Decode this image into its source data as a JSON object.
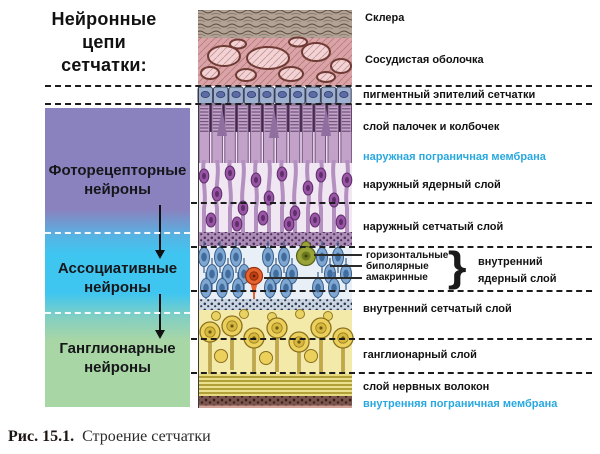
{
  "title": {
    "line1": "Нейронные",
    "line2": "цепи",
    "line3": "сетчатки:"
  },
  "left_panel": {
    "photoreceptor": "Фоторецепторные нейроны",
    "associative": "Ассоциативные нейроны",
    "ganglionic": "Ганглионарные нейроны"
  },
  "labels": {
    "sclera": "Склера",
    "choroid": "Сосудистая оболочка",
    "pigment_epithelium": "пигментный эпителий сетчатки",
    "rods_cones": "слой палочек и колбочек",
    "outer_limiting_membrane": "наружная пограничная мембрана",
    "outer_nuclear": "наружный ядерный слой",
    "outer_plexiform": "наружный сетчатый слой",
    "horizontal_cells": "горизонтальные",
    "bipolar_cells": "биполярные",
    "amacrine_cells": "амакринные",
    "inner_nuclear_brace": "}",
    "inner_nuclear_line1": "внутренний",
    "inner_nuclear_line2": "ядерный слой",
    "inner_plexiform": "внутренний сетчатый слой",
    "ganglion": "ганглионарный слой",
    "nerve_fibers": "слой нервных волокон",
    "inner_limiting_membrane": "внутренняя пограничная мембрана"
  },
  "caption": {
    "number": "Рис. 15.1.",
    "text": "Строение сетчатки"
  },
  "colors": {
    "membrane_label_cyan": "#29a8df",
    "photoreceptor_zone": "#8a82be",
    "associative_zone": "#3fc6f0",
    "ganglionic_zone": "#a9d6a5"
  }
}
